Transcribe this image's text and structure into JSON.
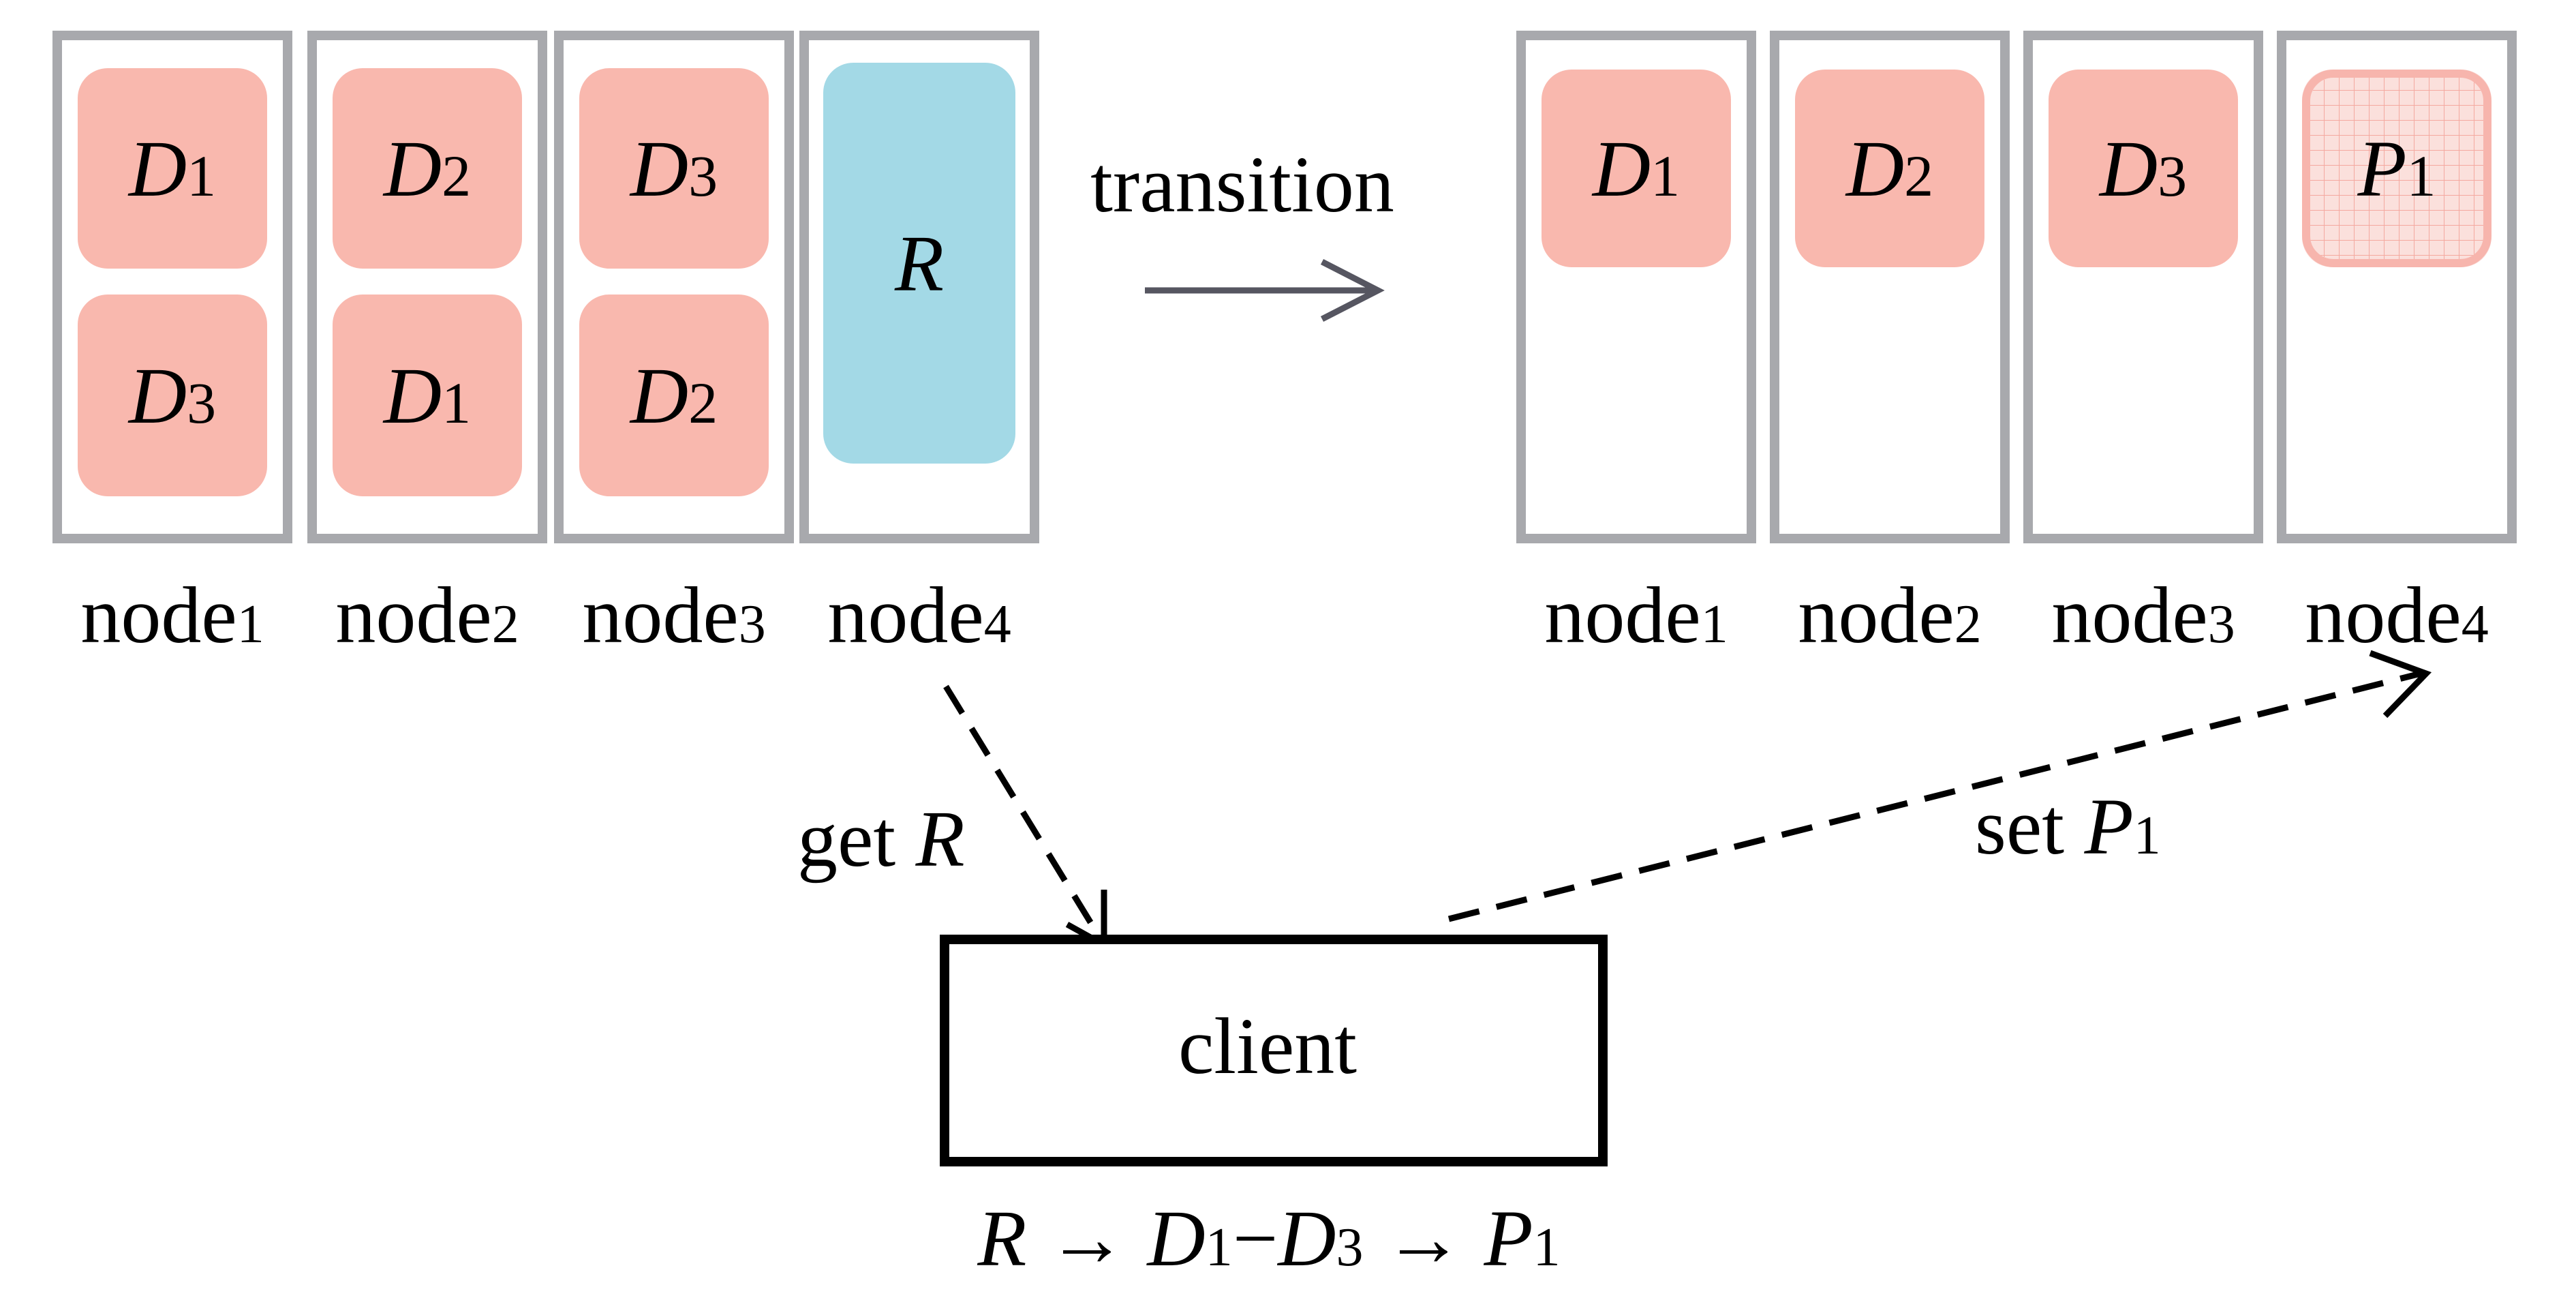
{
  "colors": {
    "node_border": "#a8a9ad",
    "data_block": "#f9b8ae",
    "redundancy_block": "#a3d9e6",
    "parity_block": "#fbe0dc",
    "parity_grid": "#f4a9a0",
    "parity_border": "#f7b5ad",
    "arrow": "#565661",
    "text": "#000000",
    "client_border": "#000000"
  },
  "before": {
    "nodes": [
      {
        "name": "node",
        "sub": "1",
        "blocks": [
          {
            "label": "D",
            "sub": "1",
            "kind": "data"
          },
          {
            "label": "D",
            "sub": "3",
            "kind": "data"
          }
        ]
      },
      {
        "name": "node",
        "sub": "2",
        "blocks": [
          {
            "label": "D",
            "sub": "2",
            "kind": "data"
          },
          {
            "label": "D",
            "sub": "1",
            "kind": "data"
          }
        ]
      },
      {
        "name": "node",
        "sub": "3",
        "blocks": [
          {
            "label": "D",
            "sub": "3",
            "kind": "data"
          },
          {
            "label": "D",
            "sub": "2",
            "kind": "data"
          }
        ]
      },
      {
        "name": "node",
        "sub": "4",
        "blocks": [
          {
            "label": "R",
            "sub": "",
            "kind": "redundancy"
          }
        ]
      }
    ]
  },
  "after": {
    "nodes": [
      {
        "name": "node",
        "sub": "1",
        "blocks": [
          {
            "label": "D",
            "sub": "1",
            "kind": "data"
          }
        ]
      },
      {
        "name": "node",
        "sub": "2",
        "blocks": [
          {
            "label": "D",
            "sub": "2",
            "kind": "data"
          }
        ]
      },
      {
        "name": "node",
        "sub": "3",
        "blocks": [
          {
            "label": "D",
            "sub": "3",
            "kind": "data"
          }
        ]
      },
      {
        "name": "node",
        "sub": "4",
        "blocks": [
          {
            "label": "P",
            "sub": "1",
            "kind": "parity"
          }
        ]
      }
    ]
  },
  "transition_label": "transition",
  "client": {
    "label": "client",
    "caption": {
      "a": "R",
      "arrow": "→",
      "b": "D",
      "b_sub": "1",
      "dash": "−",
      "c": "D",
      "c_sub": "3",
      "d": "P",
      "d_sub": "1"
    }
  },
  "get_arrow": {
    "verb": "get",
    "obj": "R",
    "obj_sub": ""
  },
  "set_arrow": {
    "verb": "set",
    "obj": "P",
    "obj_sub": "1"
  }
}
